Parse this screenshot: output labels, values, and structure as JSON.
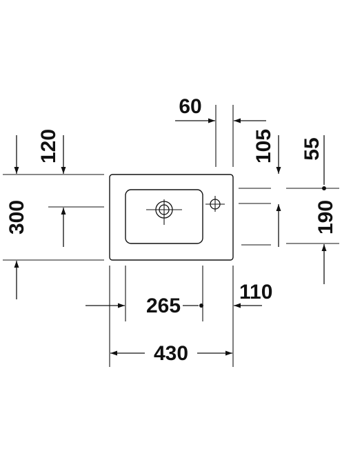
{
  "drawing": {
    "labels": {
      "overall_width": "430",
      "bowl_width": "265",
      "tap_offset_right": "110",
      "overall_depth": "300",
      "front_to_bowl": "120",
      "tap_offset_top_60": "60",
      "tap_hole_depth": "105",
      "tap_side_55": "55",
      "depth_190": "190"
    },
    "colors": {
      "ink": "#111111",
      "background": "#ffffff"
    }
  }
}
